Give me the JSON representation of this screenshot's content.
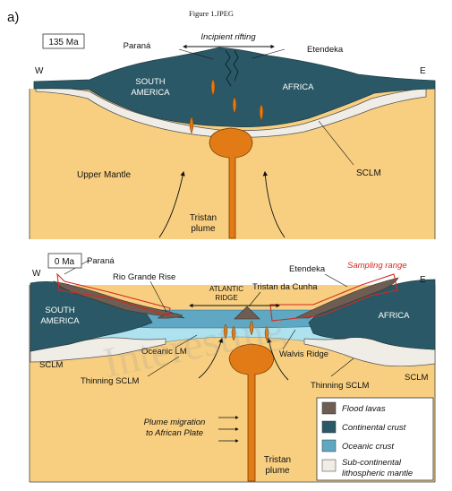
{
  "header": {
    "figure_title": "Figure 1.JPEG",
    "panel_label": "a)"
  },
  "panel_top": {
    "age": "135 Ma",
    "labels": {
      "incipient_rifting": "Incipient rifting",
      "parana": "Paraná",
      "etendeka": "Etendeka",
      "west": "W",
      "east": "E",
      "south_america_1": "SOUTH",
      "south_america_2": "AMERICA",
      "africa": "AFRICA",
      "upper_mantle": "Upper Mantle",
      "sclm": "SCLM",
      "tristan_1": "Tristan",
      "tristan_2": "plume"
    }
  },
  "panel_bottom": {
    "age": "0 Ma",
    "labels": {
      "parana": "Paraná",
      "etendeka": "Etendeka",
      "sampling_range": "Sampling range",
      "west": "W",
      "east": "E",
      "rio_grande_rise": "Rio Grande Rise",
      "atlantic_1": "ATLANTIC",
      "atlantic_2": "RIDGE",
      "tristan_da_cunha": "Tristan da Cunha",
      "south_america_1": "SOUTH",
      "south_america_2": "AMERICA",
      "africa": "AFRICA",
      "oceanic_lm": "Oceanic LM",
      "walvis_ridge": "Walvis Ridge",
      "sclm_left": "SCLM",
      "thinning_sclm_left": "Thinning SCLM",
      "thinning_sclm_right": "Thinning SCLM",
      "sclm_right": "SCLM",
      "plume_migration_1": "Plume migration",
      "plume_migration_2": "to African Plate",
      "tristan_1": "Tristan",
      "tristan_2": "plume"
    }
  },
  "legend": {
    "items": [
      {
        "label": "Flood lavas",
        "color": "#6e5d52"
      },
      {
        "label": "Continental crust",
        "color": "#2a5866"
      },
      {
        "label": "Oceanic crust",
        "color": "#5fa7c2"
      },
      {
        "label": "Sub-continental",
        "label2": "lithospheric mantle",
        "color": "#f0ece6"
      }
    ]
  },
  "watermark": "Interesting",
  "colors": {
    "mantle": "#f8cf80",
    "continental_crust": "#2a5866",
    "oceanic_crust": "#5fa7c2",
    "oceanic_lm": "#aee2ee",
    "sclm": "#f0ece6",
    "plume": "#e27b16",
    "flood_lavas": "#6e5d52",
    "sampling_outline": "#d42a20"
  }
}
